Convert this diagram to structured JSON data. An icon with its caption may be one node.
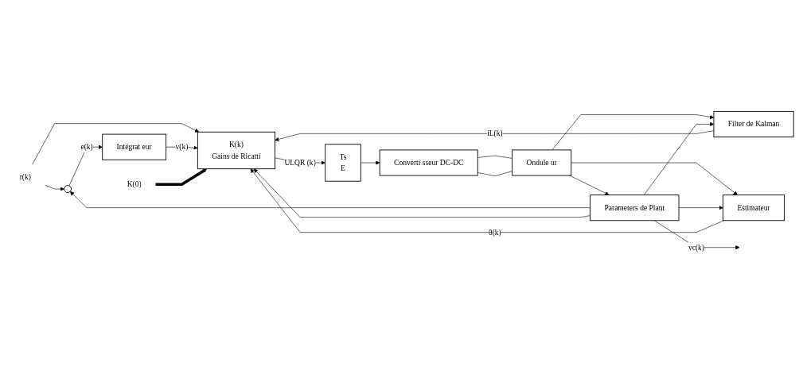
{
  "diagram": {
    "nodes": [
      {
        "text": [
          "r(k)"
        ]
      },
      {
        "text": [],
        "shape": "circle"
      },
      {
        "text": [
          "Intégrat eur"
        ]
      },
      {
        "text": [
          "Ts",
          "E"
        ]
      },
      {
        "text": [
          "Converti sseur DC-DC"
        ]
      },
      {
        "text": [
          "Ondule ur"
        ]
      },
      {
        "text": [
          "Parameters de Plant"
        ]
      },
      {
        "text": [
          "Estimateur"
        ]
      },
      {
        "text": [
          "Filter de Kalman"
        ]
      },
      {
        "text": [
          "K(k)",
          "Gains de Ricatti"
        ]
      },
      {
        "text": [
          "K(0)"
        ]
      }
    ],
    "edges": [
      {
        "from": 0,
        "to": 1,
        "arrow": "to"
      },
      {
        "from": 0,
        "to": 9,
        "arrow": "to"
      },
      {
        "from": 1,
        "to": 2,
        "arrow": "to",
        "label": "e(k)"
      },
      {
        "from": 2,
        "to": 9,
        "arrow": "to",
        "label": "v(k)"
      },
      {
        "from": 9,
        "to": 3,
        "arrow": "to",
        "label": "ULQR (k)"
      },
      {
        "from": 3,
        "to": 4,
        "arrow": "to"
      },
      {
        "from": 4,
        "to": 5,
        "arrow": "none"
      },
      {
        "from": 4,
        "to": 5,
        "arrow": "none"
      },
      {
        "from": 5,
        "to": 6,
        "arrow": "to"
      },
      {
        "from": 5,
        "to": 7,
        "arrow": "to"
      },
      {
        "from": 5,
        "to": 8,
        "arrow": "to"
      },
      {
        "from": 6,
        "to": null,
        "arrow": "to",
        "label": "vc(k)"
      },
      {
        "from": 6,
        "to": 7,
        "arrow": "to"
      },
      {
        "from": 6,
        "to": 8,
        "arrow": "to"
      },
      {
        "from": 6,
        "to": 1,
        "arrow": "to"
      },
      {
        "from": 6,
        "to": 9,
        "arrow": "to"
      },
      {
        "from": 7,
        "to": 9,
        "arrow": "to",
        "label": "θ(k)"
      },
      {
        "from": 8,
        "to": 9,
        "arrow": "to",
        "label": "iL(k)"
      },
      {
        "from": 10,
        "to": 9,
        "arrow": "to",
        "style": "thick"
      }
    ]
  }
}
